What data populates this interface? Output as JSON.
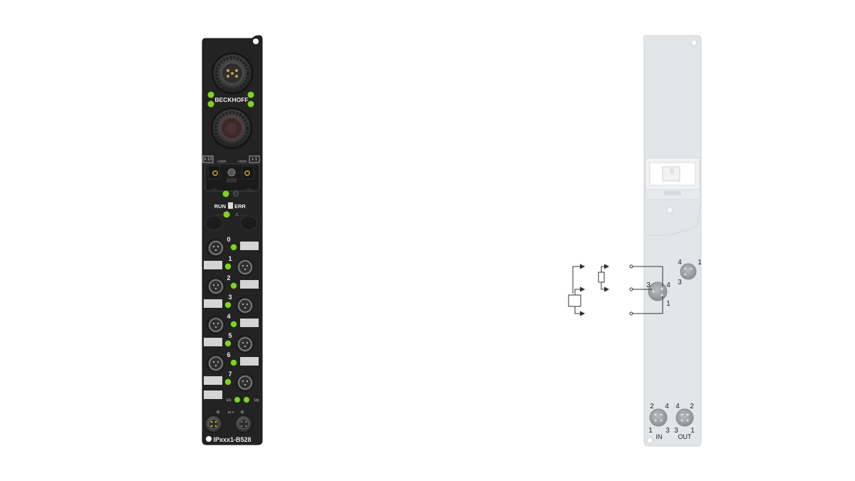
{
  "front": {
    "brand": "BECKHOFF",
    "rotary_left_tag": "x 10",
    "rotary_right_tag": "x 1",
    "addr_left": "ADDR",
    "addr_right": "ADDR",
    "run_label": "RUN",
    "err_label": "ERR",
    "channels": [
      "0",
      "1",
      "2",
      "3",
      "4",
      "5",
      "6",
      "7"
    ],
    "us_label": "Us",
    "up_label": "Up",
    "power_label": "24 V",
    "model": "IPxxx1-B528",
    "colors": {
      "housing": "#222222",
      "led": "#7ed321",
      "label_field": "#d4d4d4"
    }
  },
  "back": {
    "io_pins": {
      "pin4": "4",
      "pin3": "3",
      "pin1": "1"
    },
    "ext_pins": {
      "pin4": "4",
      "pin1": "1",
      "pin3": "3"
    },
    "in_label": "IN",
    "out_label": "OUT",
    "in_pins": {
      "tl": "2",
      "tr": "4",
      "bl": "1",
      "br": "3"
    },
    "out_pins": {
      "tl": "4",
      "tr": "2",
      "bl": "3",
      "br": "1"
    },
    "colors": {
      "housing": "#e3e5e7",
      "connector": "#9c9ea2"
    }
  }
}
